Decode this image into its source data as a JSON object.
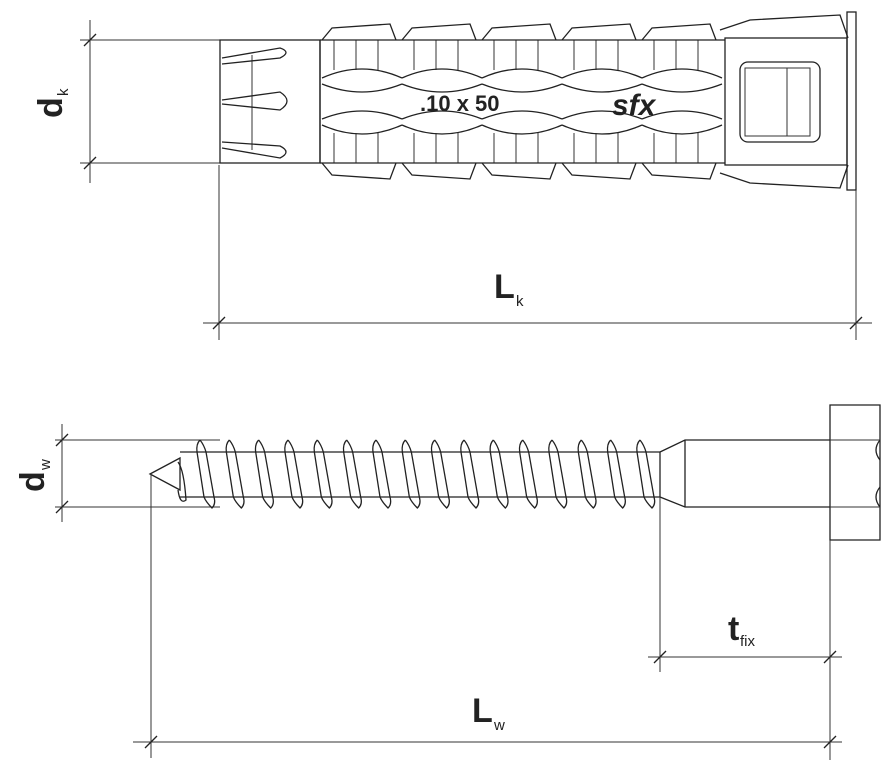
{
  "plug": {
    "marking": ".10 x 50",
    "brand": "sfx",
    "diameter_label": {
      "main": "d",
      "sub": "k"
    },
    "length_label": {
      "main": "L",
      "sub": "k"
    }
  },
  "screw": {
    "diameter_label": {
      "main": "d",
      "sub": "w"
    },
    "fixture_label": {
      "main": "t",
      "sub": "fix"
    },
    "length_label": {
      "main": "L",
      "sub": "w"
    },
    "thread_turns": 16
  },
  "colors": {
    "line": "#222222",
    "background": "#ffffff"
  }
}
